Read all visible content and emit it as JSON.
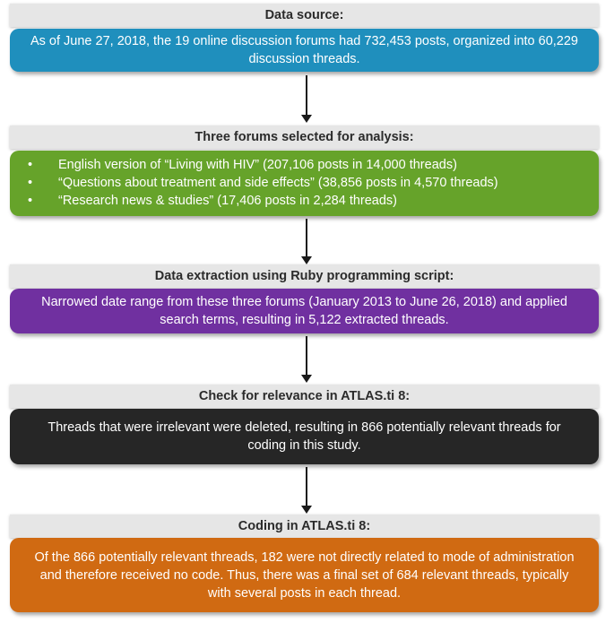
{
  "colors": {
    "header_bg": "#e6e6e6",
    "box1": "#1f8fbd",
    "box2": "#66a32a",
    "box3": "#7030a0",
    "box4": "#262626",
    "box5": "#d06a12"
  },
  "steps": [
    {
      "header": "Data source:",
      "text": "As of June 27, 2018, the 19 online discussion forums had 732,453 posts, organized into 60,229 discussion threads."
    },
    {
      "header": "Three forums selected for analysis:",
      "items": [
        "English version of “Living with HIV” (207,106 posts in 14,000 threads)",
        "“Questions about treatment and side effects” (38,856 posts in 4,570 threads)",
        "“Research news & studies” (17,406 posts in 2,284 threads)"
      ],
      "bullet": "•"
    },
    {
      "header": "Data extraction using Ruby programming script:",
      "text": "Narrowed date range from these three forums (January 2013 to June 26, 2018) and applied search terms, resulting in 5,122 extracted threads."
    },
    {
      "header": "Check for relevance in ATLAS.ti 8:",
      "text": "Threads that were irrelevant were deleted, resulting in 866 potentially relevant threads for coding in this study."
    },
    {
      "header": "Coding in ATLAS.ti 8:",
      "text": "Of the 866 potentially relevant threads, 182 were not directly related to mode of administration and therefore received no code. Thus, there was a final set of 684 relevant threads, typically with several posts in each thread."
    }
  ]
}
